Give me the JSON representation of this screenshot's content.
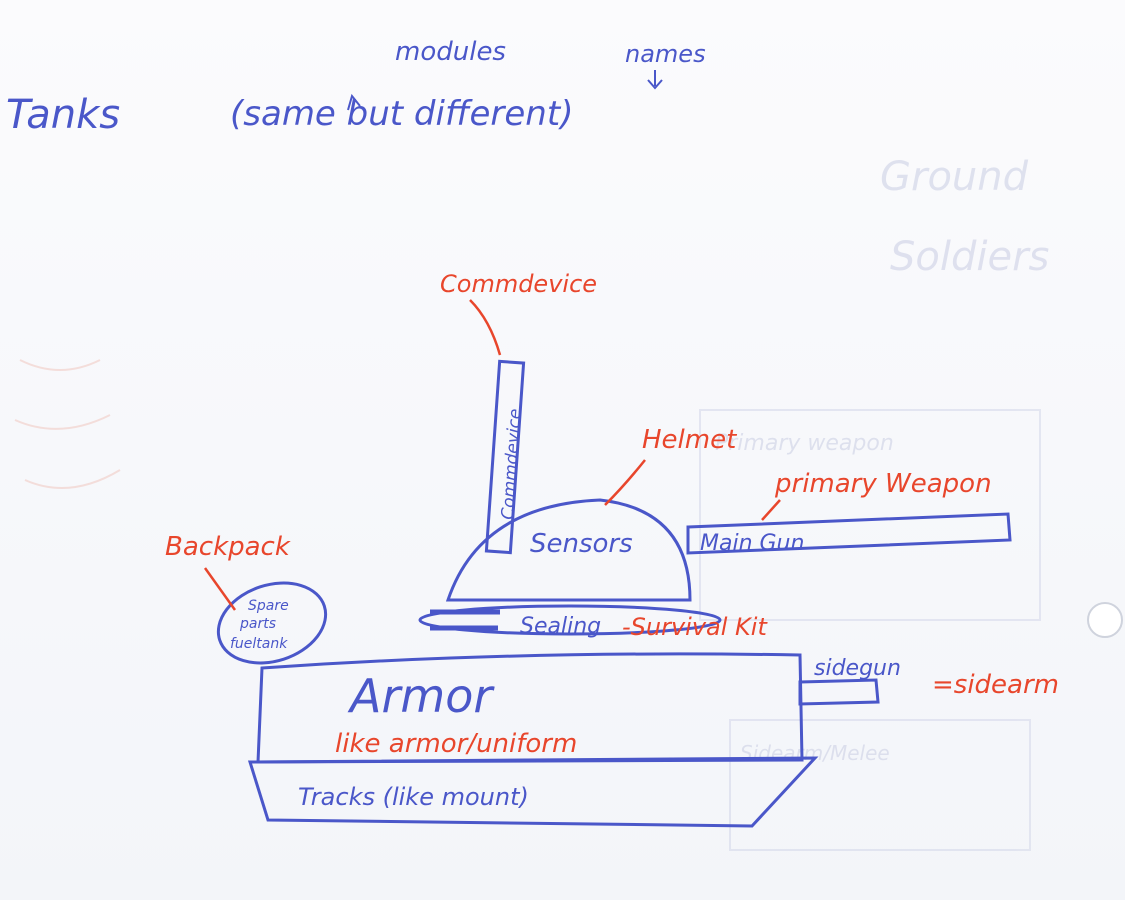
{
  "heading": {
    "title": "Tanks",
    "subtitle": "(same but different)",
    "note_modules": "modules",
    "note_names": "names"
  },
  "labels": {
    "commdevice": "Commdevice",
    "commdevice_box": "Commdevice",
    "helmet": "Helmet",
    "sensors": "Sensors",
    "primary_weapon": "primary Weapon",
    "main_gun": "Main Gun",
    "backpack": "Backpack",
    "backpack_contents": [
      "Spare",
      "parts",
      "fueltank"
    ],
    "sealing": "Sealing",
    "survival_kit": "-Survival Kit",
    "sidegun": "sidegun",
    "sidearm": "=sidearm",
    "armor": "Armor",
    "armor_note": "like armor/uniform",
    "tracks": "Tracks (like mount)"
  },
  "bleed_through": {
    "ground": "Ground",
    "soldiers": "Soldiers",
    "primary_weapon": "Primary weapon",
    "sidearm": "Sidearm/Melee"
  },
  "colors": {
    "blue_ink": "#4a57c9",
    "red_ink": "#e8462c",
    "paper": "#f7f8fb"
  }
}
